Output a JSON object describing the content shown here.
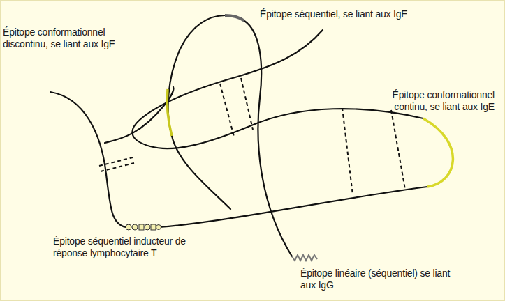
{
  "diagram": {
    "labels": [
      "Épitope conformationnel discontinu, se liant aux IgE",
      "Épitope séquentiel, se liant aux IgE",
      "Épitope conformationnel continu, se liant aux IgE",
      "Épitope séquentiel inducteur de réponse lymphocytaire T",
      "Épitope linéaire (séquentiel) se liant aux IgG"
    ]
  }
}
